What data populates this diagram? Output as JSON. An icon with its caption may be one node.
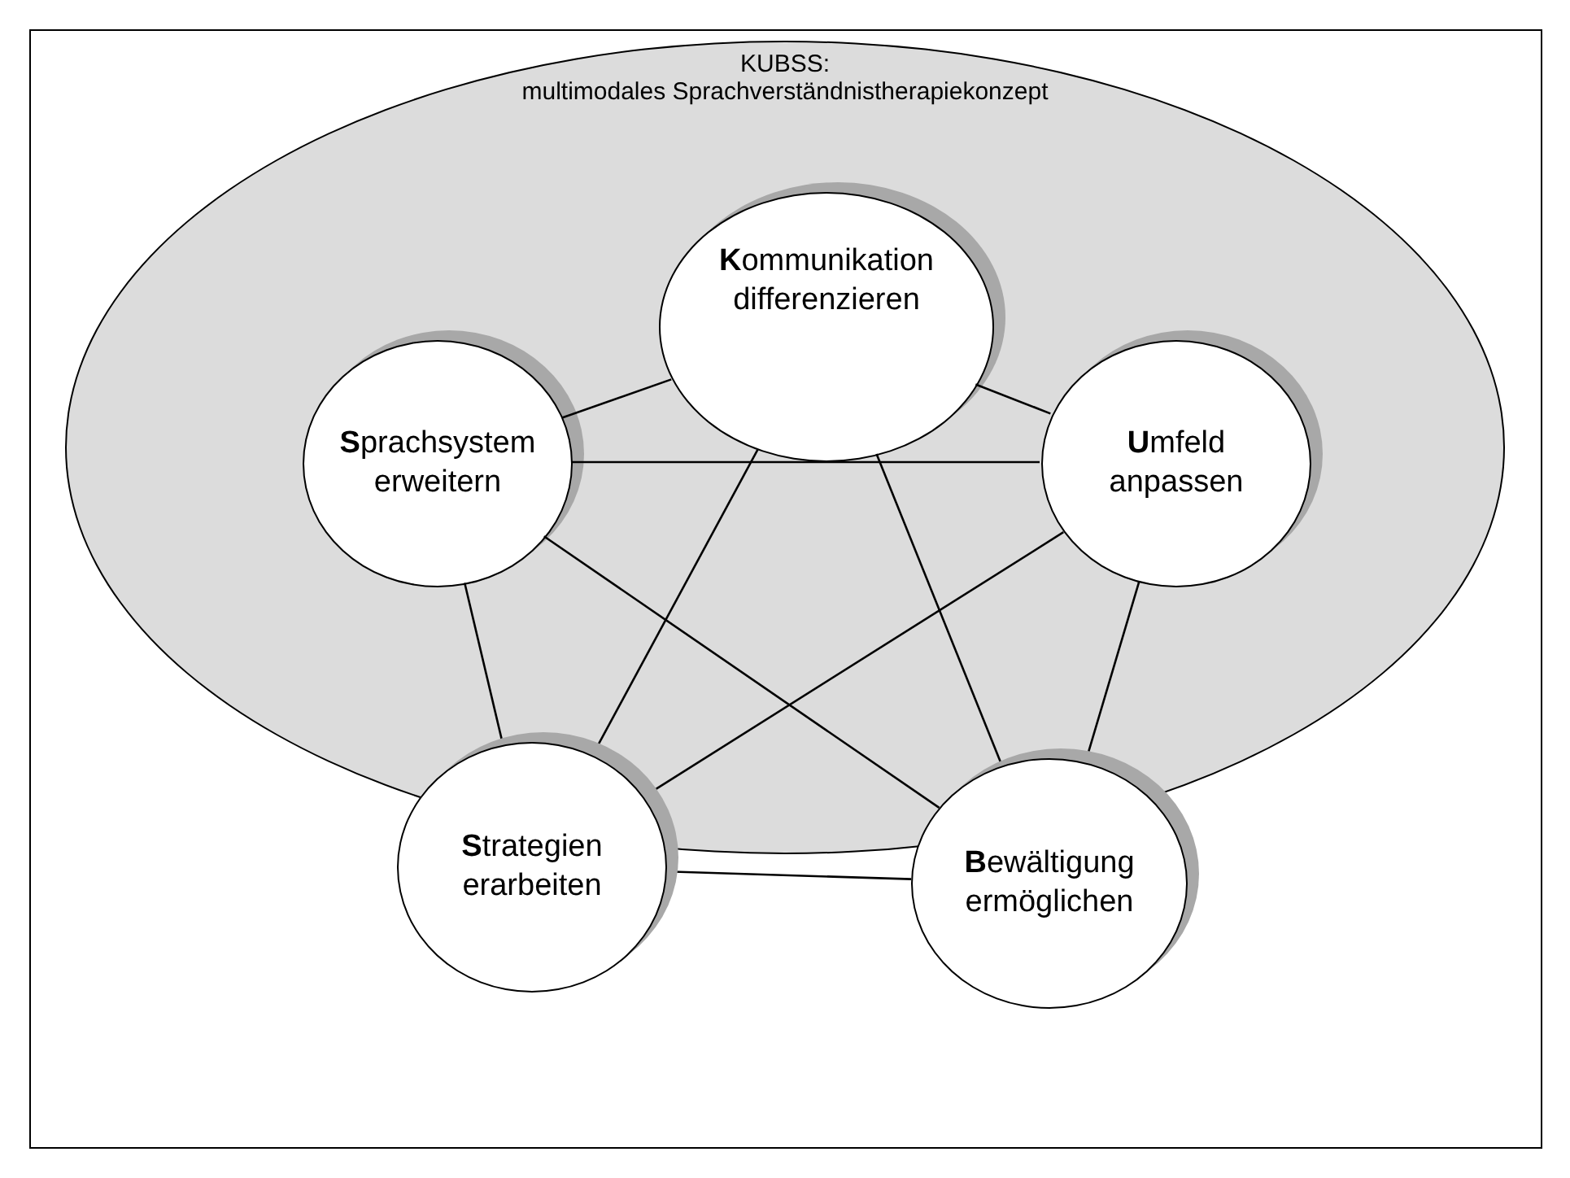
{
  "diagram": {
    "nodes": [
      {
        "text": [
          "KUBSS:",
          "multimodales Sprachverständnistherapiekonzept"
        ]
      },
      {
        "text": [
          "**K**ommunikation differenzieren"
        ],
        "in": 0
      },
      {
        "text": [
          "**S**prachsystem erweitern"
        ],
        "in": 0
      },
      {
        "text": [
          "**U**mfeld anpassen"
        ],
        "in": 0
      },
      {
        "text": [
          "**S**trategien erarbeiten"
        ]
      },
      {
        "text": [
          "**B**ewältigung ermöglichen"
        ]
      }
    ],
    "edges": [
      {
        "from": 1,
        "to": 2,
        "arrow": "none"
      },
      {
        "from": 1,
        "to": 3,
        "arrow": "none"
      },
      {
        "from": 2,
        "to": 3,
        "arrow": "none"
      },
      {
        "from": 2,
        "to": 4,
        "arrow": "none"
      },
      {
        "from": 3,
        "to": 5,
        "arrow": "none"
      },
      {
        "from": 4,
        "to": 5,
        "arrow": "none"
      },
      {
        "from": 1,
        "to": 4,
        "arrow": "none"
      },
      {
        "from": 1,
        "to": 5,
        "arrow": "none"
      },
      {
        "from": 2,
        "to": 5,
        "arrow": "none"
      },
      {
        "from": 3,
        "to": 4,
        "arrow": "none"
      }
    ]
  }
}
